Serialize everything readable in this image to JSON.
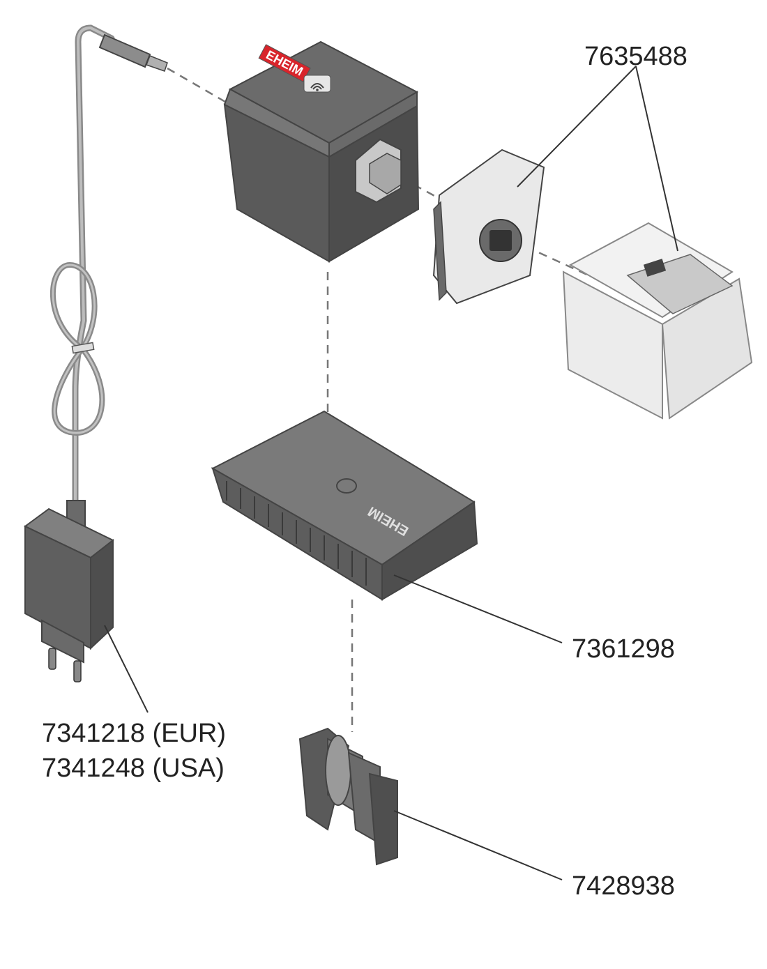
{
  "labels": {
    "feeder_parts": "7635488",
    "base": "7361298",
    "power_eur": "7341218 (EUR)",
    "power_usa": "7341248 (USA)",
    "clip": "7428938"
  },
  "brand_text": "EHEIM",
  "colors": {
    "body_dark": "#5e5e5e",
    "body_mid": "#7a7a7a",
    "body_light": "#9a9a9a",
    "brand_red": "#d8242b",
    "transparent_container": "#eeeeee",
    "line": "#333333"
  }
}
